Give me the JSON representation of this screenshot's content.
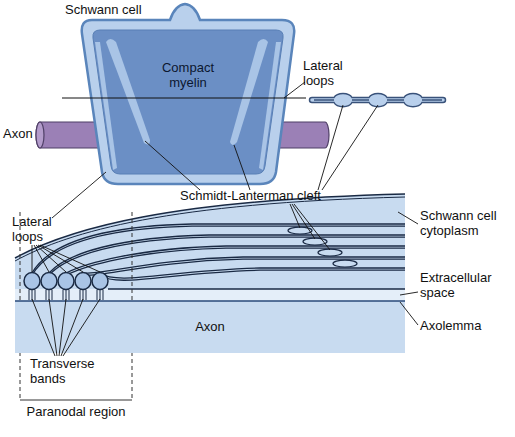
{
  "diagram": {
    "nodes": [
      {
        "text": [
          "Schwann cell"
        ]
      },
      {
        "text": [
          "Compact myelin"
        ],
        "in": 0
      },
      {
        "text": [
          "Axon"
        ]
      },
      {
        "text": [
          "Axon"
        ]
      }
    ],
    "labels": [
      "Lateral loops",
      "Lateral loops",
      "Schmidt-Lanterman cleft",
      "Schwann cell cytoplasm",
      "Extracellular space",
      "Axolemma",
      "Transverse bands",
      "Paranodal region"
    ]
  }
}
